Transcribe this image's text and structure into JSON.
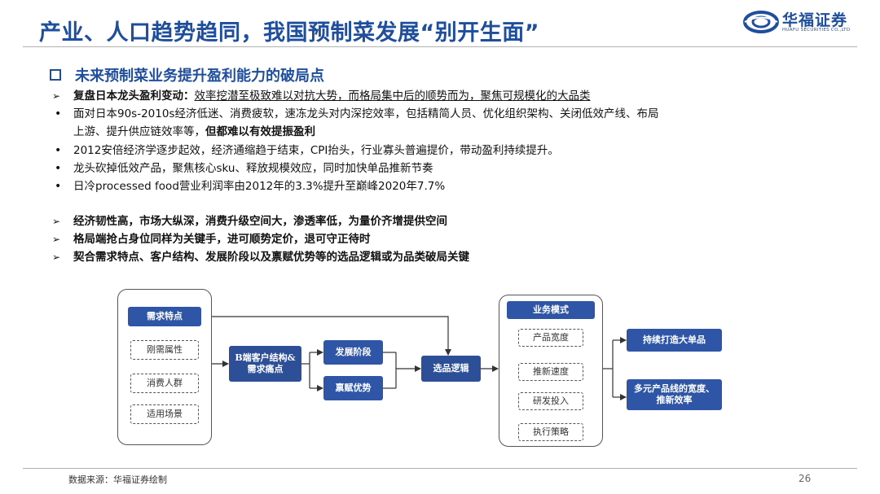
{
  "header": {
    "title": "产业、人口趋势趋同，我国预制菜发展“别开生面”",
    "logo_cn": "华福证券",
    "logo_en": "HUAFU SECURITIES CO.,LTD"
  },
  "section": {
    "title": "未来预制菜业务提升盈利能力的破局点"
  },
  "content": {
    "b1_head": "复盘日本龙头盈利变动：",
    "b1_tail": "效率挖潜至极致难以对抗大势，而格局集中后的顺势而为，聚焦可规模化的大品类",
    "s1_line1": "面对日本90s-2010s经济低迷、消费疲软，速冻龙头对内深挖效率，包括精简人员、优化组织架构、关闭低效产线、布局",
    "s1_line2a": "上游、提升供应链效率等，",
    "s1_line2b": "但都难以有效提振盈利",
    "s2": "2012安倍经济学逐步起效，经济通缩趋于结束，CPI抬头，行业寡头普遍提价，带动盈利持续提升。",
    "s3": "龙头砍掉低效产品，聚焦核心sku、释放规模效应，同时加快单品推新节奏",
    "s4": "日冷processed food营业利润率由2012年的3.3%提升至巅峰2020年7.7%",
    "b2": "经济韧性高，市场大纵深，消费升级空间大，渗透率低，为量价齐增提供空间",
    "b3": "格局端抢占身位同样为关键手，进可顺势定价，退可守正待时",
    "b4": "契合需求特点、客户结构、发展阶段以及禀赋优势等的选品逻辑或为品类破局关键",
    "bullet_arrow": "➢",
    "bullet_dot": "•"
  },
  "diagram": {
    "demand_title": "需求特点",
    "demand_items": [
      "刚需属性",
      "消费人群",
      "适用场景"
    ],
    "client": "B端客户结构&需求痛点",
    "stage": "发展阶段",
    "endowment": "禀赋优势",
    "selection": "选品逻辑",
    "biz_title": "业务模式",
    "biz_items": [
      "产品宽度",
      "推新速度",
      "研发投入",
      "执行策略"
    ],
    "out1": "持续打造大单品",
    "out2": "多元产品线的宽度、推新效率"
  },
  "footer": {
    "source": "数据来源：华福证券绘制",
    "page": "26"
  }
}
